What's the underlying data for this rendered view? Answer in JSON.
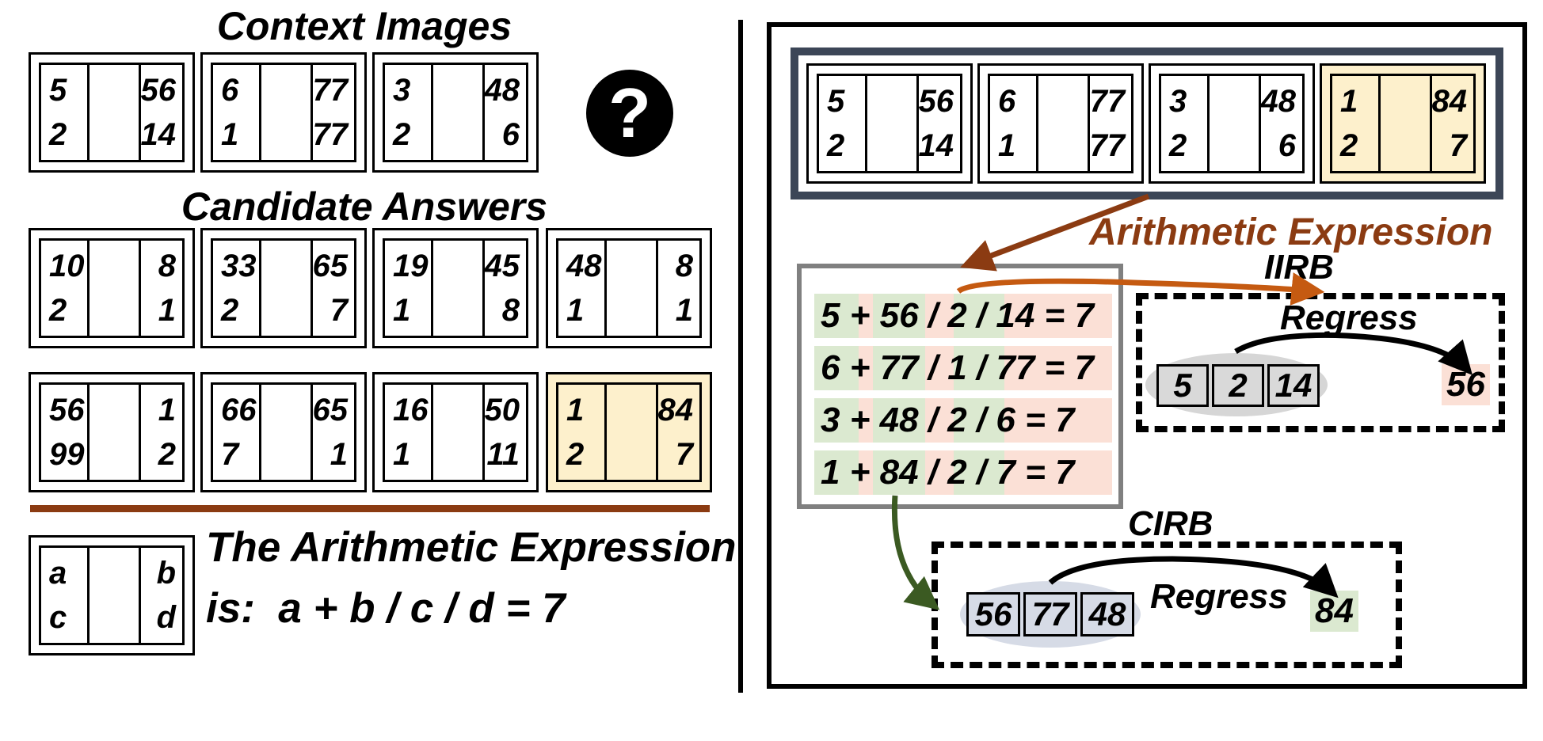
{
  "titles": {
    "context": "Context Images",
    "candidates": "Candidate Answers",
    "arith_expression": "Arithmetic Expression",
    "iirb": "IIRB",
    "cirb": "CIRB",
    "regress_iirb": "Regress",
    "regress_cirb": "Regress"
  },
  "question_mark": "?",
  "context_panels": [
    {
      "a": "5",
      "b": "56",
      "c": "2",
      "d": "14"
    },
    {
      "a": "6",
      "b": "77",
      "c": "1",
      "d": "77"
    },
    {
      "a": "3",
      "b": "48",
      "c": "2",
      "d": "6"
    }
  ],
  "candidate_panels": [
    {
      "a": "10",
      "b": "8",
      "c": "2",
      "d": "1"
    },
    {
      "a": "33",
      "b": "65",
      "c": "2",
      "d": "7"
    },
    {
      "a": "19",
      "b": "45",
      "c": "1",
      "d": "8"
    },
    {
      "a": "48",
      "b": "8",
      "c": "1",
      "d": "1"
    },
    {
      "a": "56",
      "b": "1",
      "c": "99",
      "d": "2"
    },
    {
      "a": "66",
      "b": "65",
      "c": "7",
      "d": "1"
    },
    {
      "a": "16",
      "b": "50",
      "c": "1",
      "d": "11"
    },
    {
      "a": "1",
      "b": "84",
      "c": "2",
      "d": "7"
    }
  ],
  "legend_panel": {
    "a": "a",
    "b": "b",
    "c": "c",
    "d": "d"
  },
  "explanation": {
    "line1": "The Arithmetic Expression",
    "line2": "is:  a + b / c / d = 7"
  },
  "strip_panels": [
    {
      "a": "5",
      "b": "56",
      "c": "2",
      "d": "14"
    },
    {
      "a": "6",
      "b": "77",
      "c": "1",
      "d": "77"
    },
    {
      "a": "3",
      "b": "48",
      "c": "2",
      "d": "6"
    },
    {
      "a": "1",
      "b": "84",
      "c": "2",
      "d": "7"
    }
  ],
  "expressions": [
    "5 + 56 / 2 / 14 = 7",
    "6 + 77 / 1 / 77 = 7",
    "3 + 48 / 2 / 6 = 7",
    "1 + 84 / 2 / 7 = 7"
  ],
  "iirb": {
    "inputs": [
      "5",
      "2",
      "14"
    ],
    "output": "56"
  },
  "cirb": {
    "inputs": [
      "56",
      "77",
      "48"
    ],
    "output": "84"
  },
  "colors": {
    "highlight": "#fdf0cc",
    "green_band": "#dbe9d0",
    "pink_band": "#fbe0d6",
    "arrow_brown": "#8b3b12",
    "arrow_orange": "#c55a11",
    "arrow_green": "#3b5a22",
    "strip_border": "#3c4657",
    "expr_border": "#808080",
    "ellipse_iirb": "#d6d6d6",
    "ellipse_cirb": "#d6dbe6"
  }
}
